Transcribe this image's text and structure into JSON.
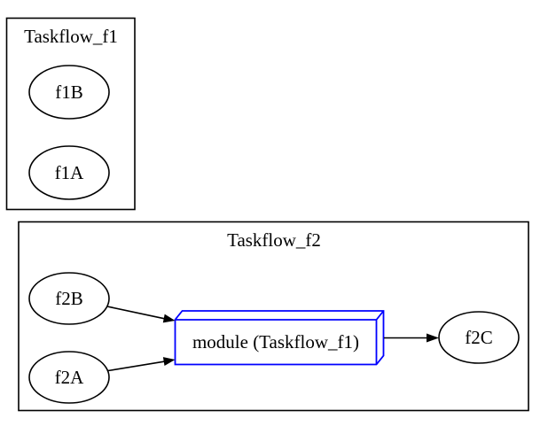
{
  "diagram": {
    "type": "graphviz-digraph",
    "background": "#ffffff",
    "colors": {
      "node_border": "#000000",
      "module_border": "#0000ff",
      "edge": "#000000",
      "text": "#000000"
    },
    "clusters": [
      {
        "id": "cluster_Taskflow_f1",
        "label": "Taskflow_f1",
        "nodes": [
          {
            "id": "f1B",
            "label": "f1B",
            "shape": "ellipse"
          },
          {
            "id": "f1A",
            "label": "f1A",
            "shape": "ellipse"
          }
        ]
      },
      {
        "id": "cluster_Taskflow_f2",
        "label": "Taskflow_f2",
        "nodes": [
          {
            "id": "f2B",
            "label": "f2B",
            "shape": "ellipse"
          },
          {
            "id": "f2A",
            "label": "f2A",
            "shape": "ellipse"
          },
          {
            "id": "module",
            "label": "module (Taskflow_f1)",
            "shape": "box3d"
          },
          {
            "id": "f2C",
            "label": "f2C",
            "shape": "ellipse"
          }
        ]
      }
    ],
    "edges": [
      {
        "from": "f2B",
        "to": "module"
      },
      {
        "from": "f2A",
        "to": "module"
      },
      {
        "from": "module",
        "to": "f2C"
      }
    ]
  }
}
